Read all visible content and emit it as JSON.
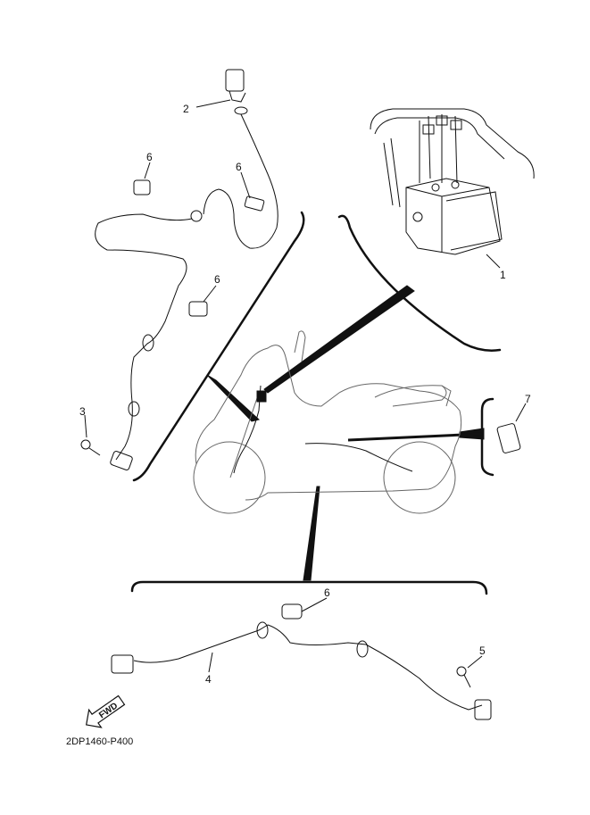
{
  "callouts": {
    "c1": "1",
    "c2": "2",
    "c3": "3",
    "c4": "4",
    "c5": "5",
    "c6_left_top": "6",
    "c6_left_mid": "6",
    "c6_left_low": "6",
    "c6_bottom": "6",
    "c7": "7"
  },
  "fwd_label": "FWD",
  "diagram_code": "2DP1460-P400",
  "colors": {
    "line": "#111111",
    "silhouette": "#666666",
    "background": "#ffffff"
  }
}
